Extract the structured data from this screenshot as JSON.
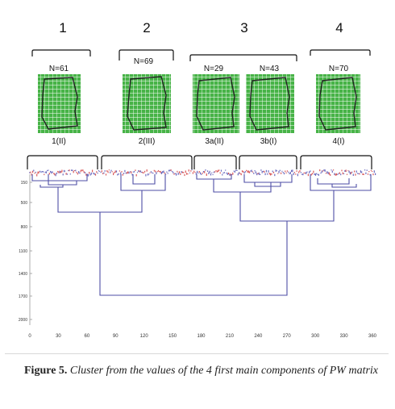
{
  "groups": [
    {
      "number": "1",
      "clusters": [
        {
          "n_label": "N=61",
          "class_label": "1(II)"
        }
      ]
    },
    {
      "number": "2",
      "clusters": [
        {
          "n_label": "N=69",
          "class_label": "2(III)"
        }
      ]
    },
    {
      "number": "3",
      "clusters": [
        {
          "n_label": "N=29",
          "class_label": "3a(II)"
        },
        {
          "n_label": "N=43",
          "class_label": "3b(I)"
        }
      ]
    },
    {
      "number": "4",
      "clusters": [
        {
          "n_label": "N=70",
          "class_label": "4(I)"
        }
      ]
    }
  ],
  "chart_data": {
    "type": "dendrogram",
    "x_ticks": [
      "0",
      "30",
      "60",
      "90",
      "120",
      "150",
      "180",
      "210",
      "240",
      "270",
      "300",
      "330",
      "360"
    ],
    "y_ticks": [
      "150",
      "500",
      "800",
      "1100",
      "1400",
      "1700",
      "2000"
    ],
    "colors": {
      "line": "#4e4ea6",
      "grid_green": "#47b347",
      "leaf_red": "#cc2222",
      "leaf_blue": "#3a3aa8",
      "outline": "#222222"
    }
  },
  "caption": {
    "label": "Figure 5.",
    "text": "Cluster from the values of the 4 first main components of PW matrix"
  }
}
